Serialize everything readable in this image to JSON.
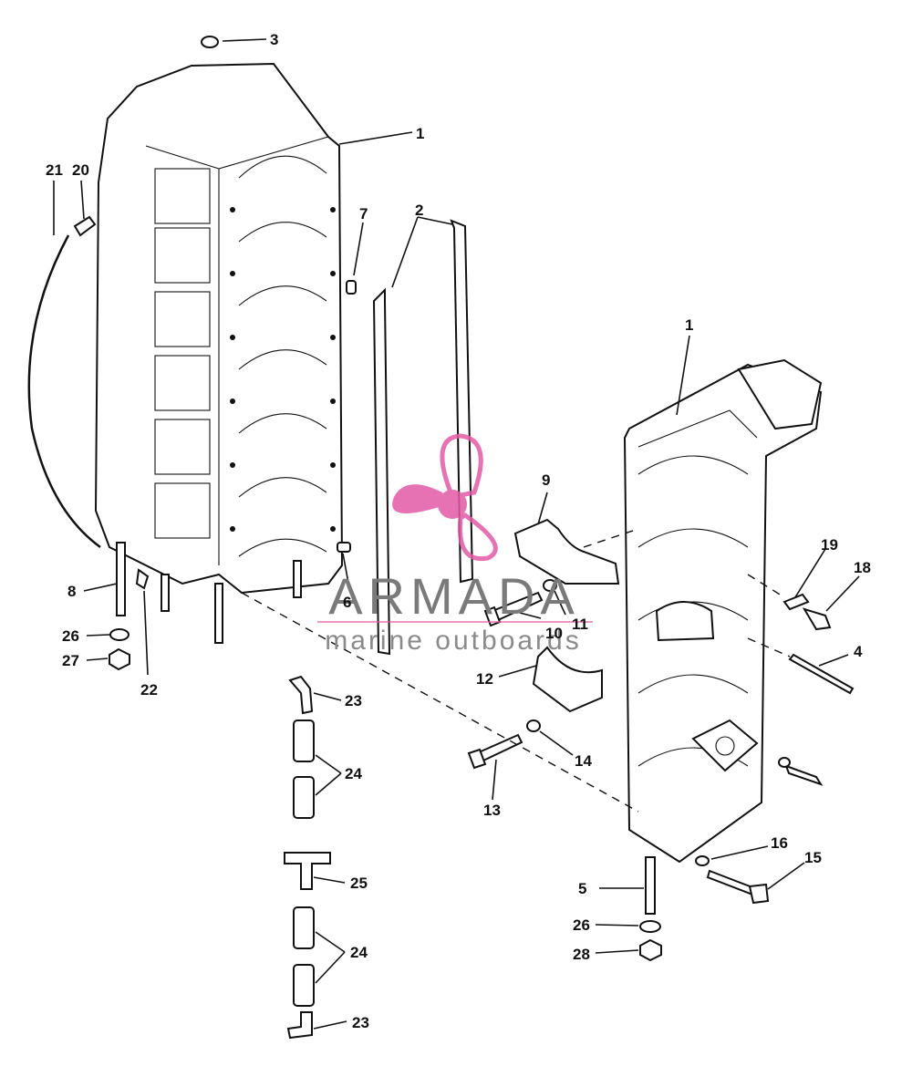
{
  "labels": {
    "n1a": "1",
    "n1b": "1",
    "n2": "2",
    "n3": "3",
    "n4": "4",
    "n5": "5",
    "n6": "6",
    "n7": "7",
    "n8": "8",
    "n9": "9",
    "n10": "10",
    "n11": "11",
    "n12": "12",
    "n13": "13",
    "n14": "14",
    "n15": "15",
    "n16": "16",
    "n18": "18",
    "n19": "19",
    "n20": "20",
    "n21": "21",
    "n22": "22",
    "n23a": "23",
    "n23b": "23",
    "n24a": "24",
    "n24b": "24",
    "n25": "25",
    "n26a": "26",
    "n26b": "26",
    "n27": "27",
    "n28": "28"
  },
  "watermark": {
    "brand": "ARMADA",
    "tagline": "marine outboards",
    "logo_color": "#e35aa6"
  }
}
